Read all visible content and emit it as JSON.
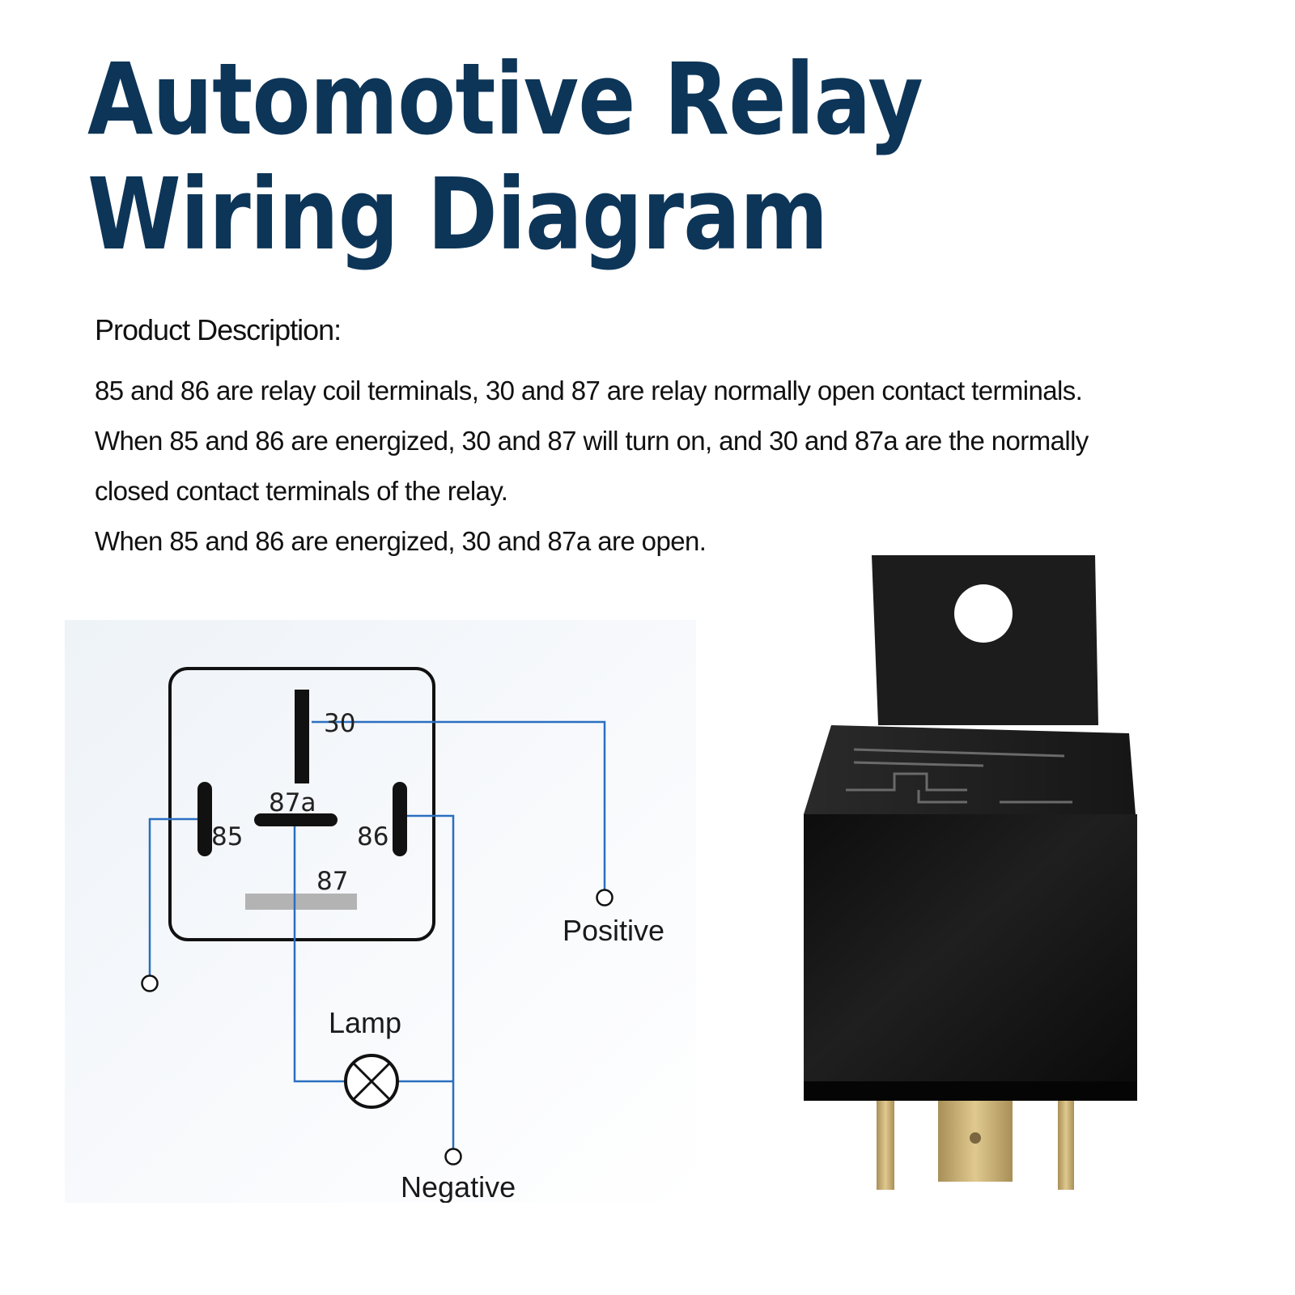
{
  "title": {
    "line1": "Automotive Relay",
    "line2": "Wiring Diagram"
  },
  "description": {
    "heading": "Product Description:",
    "lines": [
      "85 and 86 are relay coil terminals, 30 and 87 are relay normally open contact terminals.",
      "When 85 and 86 are energized, 30 and 87 will turn on, and 30 and 87a are the normally",
      "closed contact terminals of the relay.",
      "When 85 and 86 are energized, 30 and 87a are open."
    ]
  },
  "diagram": {
    "terminals": {
      "t30": "30",
      "t87a": "87a",
      "t85": "85",
      "t86": "86",
      "t87": "87"
    },
    "labels": {
      "positive": "Positive",
      "lamp": "Lamp",
      "negative": "Negative"
    },
    "colors": {
      "wire": "#2b6fc0",
      "terminal": "#111111",
      "terminal_87": "#b3b3b3"
    }
  },
  "photo": {
    "icon": "automotive-relay-photo",
    "colors": {
      "body": "#121212",
      "bracket": "#1c1c1c",
      "pins": "#c9b27a"
    }
  }
}
